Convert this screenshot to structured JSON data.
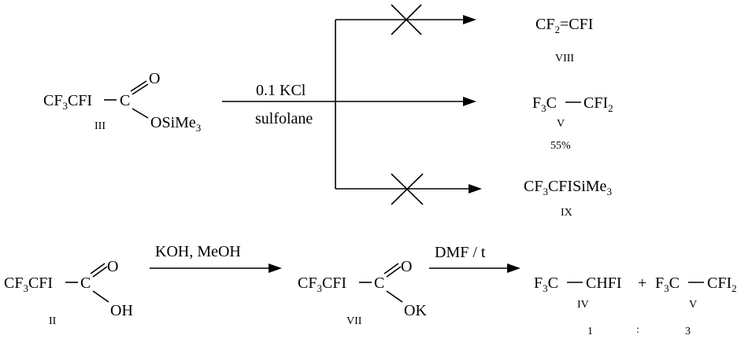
{
  "scheme1": {
    "reactant": {
      "part1": "CF",
      "sub1": "3",
      "part2": "CFI",
      "carbon": "C",
      "oxygen": "O",
      "ester_o": "OSiMe",
      "sub2": "3",
      "label": "III"
    },
    "conditions": {
      "reagent": "0.1 KCl",
      "solvent": "sulfolane"
    },
    "products": [
      {
        "p1": "CF",
        "sub1": "2",
        "p2": "=CFI",
        "label": "VIII",
        "blocked": true
      },
      {
        "p1": "F",
        "sub1": "3",
        "p2": "C",
        "p3": "CFI",
        "sub2": "2",
        "label": "V",
        "yield": "55%",
        "blocked": false
      },
      {
        "p1": "CF",
        "sub1": "3",
        "p2": "CFISiMe",
        "sub2": "3",
        "label": "IX",
        "blocked": true
      }
    ]
  },
  "scheme2": {
    "acid": {
      "part1": "CF",
      "sub1": "3",
      "part2": "CFI",
      "carbon": "C",
      "oxygen": "O",
      "oh": "OH",
      "label": "II"
    },
    "step1": "KOH, MeOH",
    "salt": {
      "part1": "CF",
      "sub1": "3",
      "part2": "CFI",
      "carbon": "C",
      "oxygen": "O",
      "ok": "OK",
      "label": "VII"
    },
    "step2": "DMF / t",
    "product_a": {
      "p1": "F",
      "sub1": "3",
      "p2": "C",
      "p3": "CHFI",
      "label": "IV",
      "ratio": "1"
    },
    "plus": "+",
    "product_b": {
      "p1": "F",
      "sub1": "3",
      "p2": "C",
      "p3": "CFI",
      "sub2": "2",
      "label": "V",
      "ratio": "3"
    },
    "ratio_sep": ":"
  }
}
